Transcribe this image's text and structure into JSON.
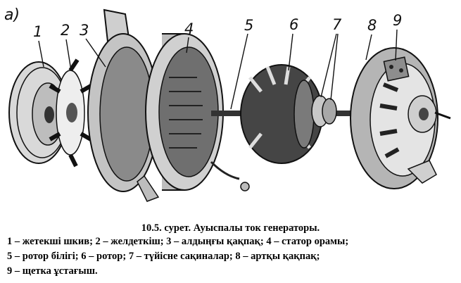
{
  "figure": {
    "panel_label": "а)",
    "callouts": [
      "1",
      "2",
      "3",
      "4",
      "5",
      "6",
      "7",
      "8",
      "9"
    ]
  },
  "caption": {
    "title": "10.5. сурет. Ауыспалы  ток генераторы.",
    "line1": "1 – жетекші шкив; 2 – желдеткіш; 3 – алдыңғы қақпақ;  4 – статор орамы;",
    "line2": "5 – ротор білігі; 6 – ротор;  7 – түйісне сақиналар;  8 – артқы қақпақ;",
    "line3": "9 – щетка ұстағыш."
  }
}
